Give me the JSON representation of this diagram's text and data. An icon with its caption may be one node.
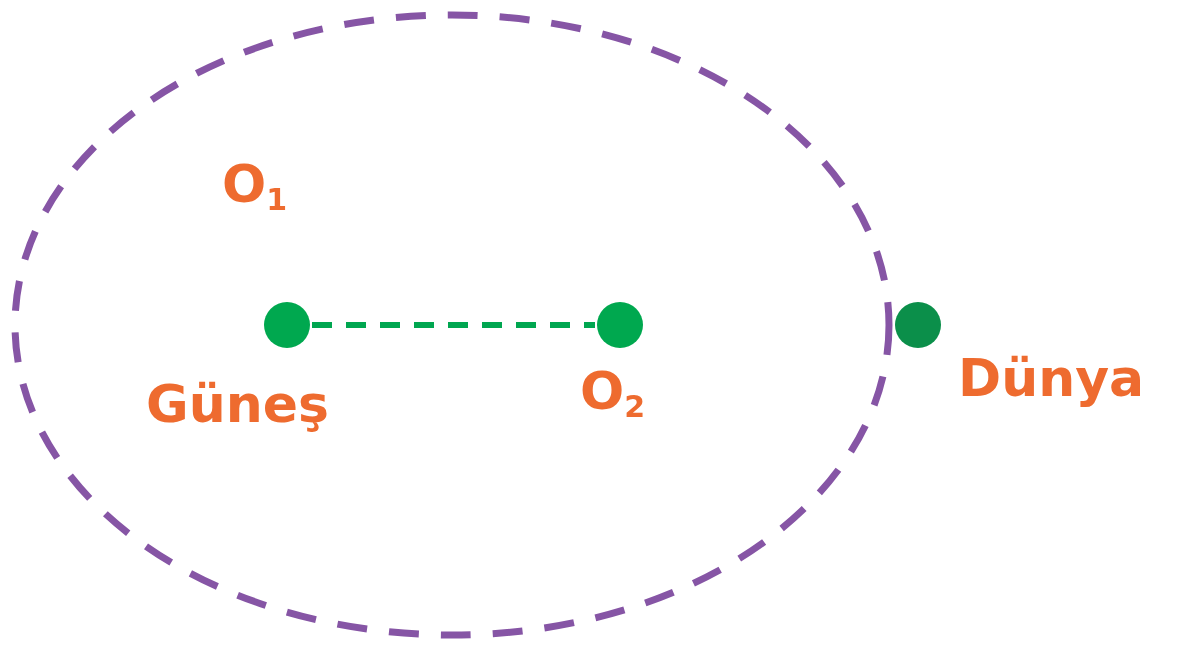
{
  "diagram": {
    "nodes": [
      {
        "text": [],
        "shape": "circle",
        "beside": [
          "O$_{1}$",
          "Güneş"
        ]
      },
      {
        "text": [],
        "shape": "circle",
        "beside": [
          "O$_{2}$"
        ]
      },
      {
        "text": [],
        "shape": "circle",
        "beside": [
          "Dünya"
        ]
      }
    ],
    "edges": [
      {
        "from": 0,
        "to": 1,
        "arrow": "none",
        "style": "dashed",
        "color": "#00a650"
      }
    ]
  }
}
